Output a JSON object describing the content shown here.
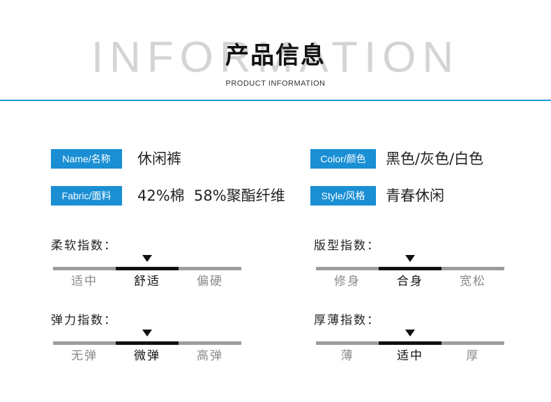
{
  "header": {
    "background_word": "INFORMATION",
    "title": "产品信息",
    "subtitle": "PRODUCT INFORMATION"
  },
  "colors": {
    "accent": "#1a8fd4",
    "rule": "#1a9ad6",
    "bar_inactive": "#9d9d9d",
    "bar_active": "#111111"
  },
  "attributes": {
    "name": {
      "label": "Name/名称",
      "value": "休闲裤"
    },
    "color": {
      "label": "Color/颜色",
      "value": "黑色/灰色/白色"
    },
    "fabric": {
      "label": "Fabric/面料",
      "value": "42%棉  58%聚酯纤维"
    },
    "style": {
      "label": "Style/风格",
      "value": "青春休闲"
    }
  },
  "indices": {
    "softness": {
      "label": "柔软指数：",
      "options": [
        "适中",
        "舒适",
        "偏硬"
      ],
      "selected": 1
    },
    "fit": {
      "label": "版型指数：",
      "options": [
        "修身",
        "合身",
        "宽松"
      ],
      "selected": 1
    },
    "elasticity": {
      "label": "弹力指数：",
      "options": [
        "无弹",
        "微弹",
        "高弹"
      ],
      "selected": 1
    },
    "thickness": {
      "label": "厚薄指数：",
      "options": [
        "薄",
        "适中",
        "厚"
      ],
      "selected": 1
    }
  }
}
